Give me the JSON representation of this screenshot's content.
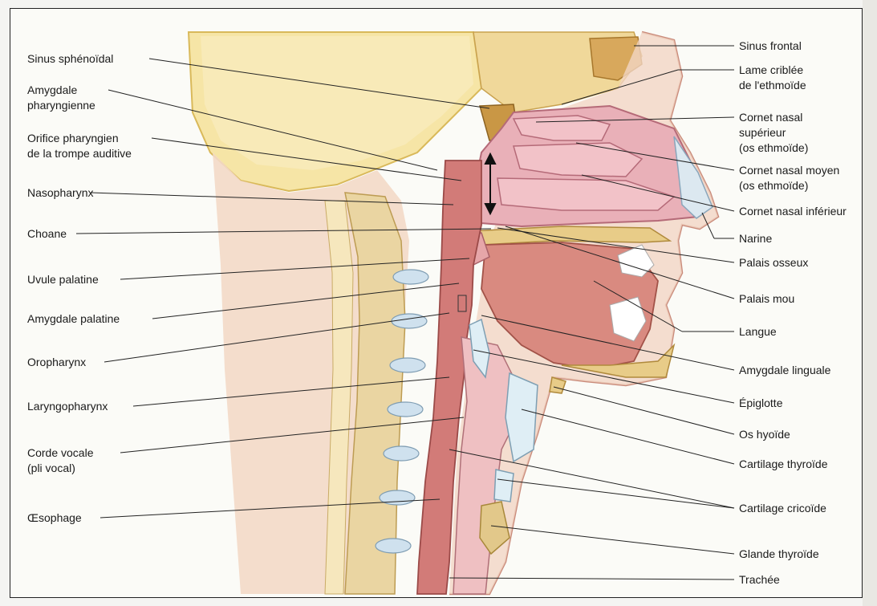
{
  "figure": {
    "labels_left": [
      {
        "id": "sinus-sphenoidal",
        "text": "Sinus sphénoïdal"
      },
      {
        "id": "amygdale-pharyngienne-1",
        "text": "Amygdale"
      },
      {
        "id": "amygdale-pharyngienne-2",
        "text": "pharyngienne"
      },
      {
        "id": "orifice-1",
        "text": "Orifice pharyngien"
      },
      {
        "id": "orifice-2",
        "text": "de la trompe auditive"
      },
      {
        "id": "nasopharynx",
        "text": "Nasopharynx"
      },
      {
        "id": "choane",
        "text": "Choane"
      },
      {
        "id": "uvule",
        "text": "Uvule palatine"
      },
      {
        "id": "amygdale-palatine",
        "text": "Amygdale palatine"
      },
      {
        "id": "oropharynx",
        "text": "Oropharynx"
      },
      {
        "id": "laryngopharynx",
        "text": "Laryngopharynx"
      },
      {
        "id": "corde-1",
        "text": "Corde vocale"
      },
      {
        "id": "corde-2",
        "text": "(pli vocal)"
      },
      {
        "id": "oesophage",
        "text": "Œsophage"
      }
    ],
    "labels_right": [
      {
        "id": "sinus-frontal",
        "text": "Sinus frontal"
      },
      {
        "id": "lame-1",
        "text": "Lame criblée"
      },
      {
        "id": "lame-2",
        "text": "de l'ethmoïde"
      },
      {
        "id": "cornet-sup-1",
        "text": "Cornet nasal"
      },
      {
        "id": "cornet-sup-2",
        "text": "supérieur"
      },
      {
        "id": "cornet-sup-3",
        "text": "(os ethmoïde)"
      },
      {
        "id": "cornet-moy-1",
        "text": "Cornet nasal moyen"
      },
      {
        "id": "cornet-moy-2",
        "text": "(os ethmoïde)"
      },
      {
        "id": "cornet-inf",
        "text": "Cornet nasal inférieur"
      },
      {
        "id": "narine",
        "text": "Narine"
      },
      {
        "id": "palais-osseux",
        "text": "Palais osseux"
      },
      {
        "id": "palais-mou",
        "text": "Palais mou"
      },
      {
        "id": "langue",
        "text": "Langue"
      },
      {
        "id": "amygdale-linguale",
        "text": "Amygdale linguale"
      },
      {
        "id": "epiglotte",
        "text": "Épiglotte"
      },
      {
        "id": "os-hyoide",
        "text": "Os hyoïde"
      },
      {
        "id": "cartilage-thyroide",
        "text": "Cartilage thyroïde"
      },
      {
        "id": "cartilage-cricoide",
        "text": "Cartilage cricoïde"
      },
      {
        "id": "glande-thyroide",
        "text": "Glande thyroïde"
      },
      {
        "id": "trachee",
        "text": "Trachée"
      }
    ]
  }
}
